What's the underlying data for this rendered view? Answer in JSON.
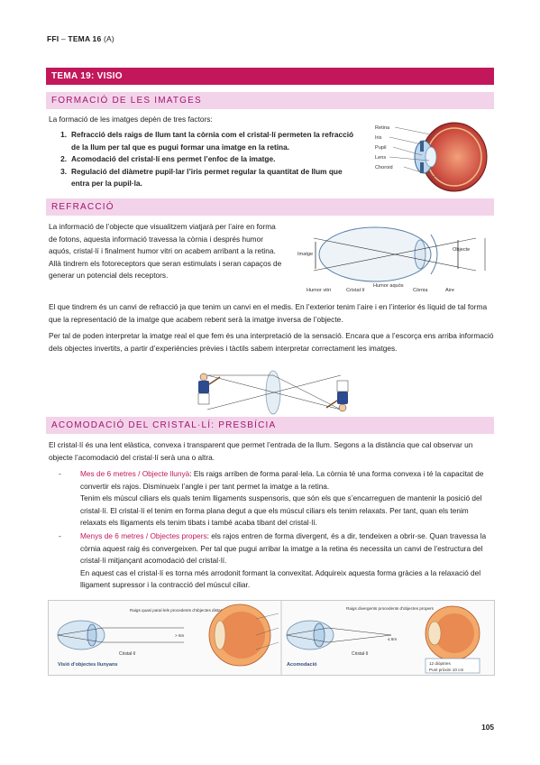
{
  "header": {
    "code": "FFI",
    "sep": " – ",
    "tema": "TEMA 16",
    "suffix": " (A)"
  },
  "title_band": "TEMA 19: VISIO",
  "sec1": {
    "title": "FORMACIÓ DE LES IMATGES",
    "intro": "La formació de les imatges depèn de tres factors:",
    "items": [
      {
        "num": "1.",
        "text": "Refracció dels raigs de llum tant la còrnia com el cristal·lí permeten la refracció de la llum per tal que es pugui formar una imatge en la retina."
      },
      {
        "num": "2.",
        "text": "Acomodació del cristal·lí ens permet l’enfoc de la imatge."
      },
      {
        "num": "3.",
        "text": "Regulació del diàmetre pupil·lar l’iris permet regular la quantitat de llum que entra per la pupil·la."
      }
    ],
    "eye_labels": [
      "Retina",
      "Iris",
      "Pupil",
      "Lens",
      "Choroid"
    ]
  },
  "sec2": {
    "title": "REFRACCIÓ",
    "para1": "La informació de l’objecte que visualitzem viatjarà per l’aire en forma de fotons, aquesta informació travessa la còrnia i després humor aquós, cristal·lí i finalment humor vitri on acabem arribant a la retina. Allà tindrem els fotoreceptors que seran estimulats i seran capaços de generar un potencial dels receptors.",
    "para2": "El que tindrem és un canvi de refracció ja que tenim un canvi en el medis. En l’exterior tenim l’aire i en l’interior és líquid de tal forma que la representació de la imatge que acabem rebent serà la imatge inversa de l’objecte.",
    "para3": "Per tal de poden interpretar la imatge real el que fem és una interpretació de la sensació. Encara que a l’escorça ens arriba informació dels objectes invertits, a partir d’experiències prèvies i tàctils sabem interpretar correctament les imatges.",
    "diagram_labels": {
      "imatge": "Imatge",
      "objecte": "Objecte",
      "humor_vitri": "Humor vitri",
      "cristall": "Cristal·lí",
      "humor_aquos": "Humor aquós",
      "cornia": "Còrnia",
      "aire": "Aire"
    }
  },
  "sec3": {
    "title": "ACOMODACIÓ DEL CRISTAL·LÍ: PRESBÍCIA",
    "intro": "El cristal·lí és una lent elàstica, convexa i transparent que permet l’entrada de la llum. Segons a la distància que cal observar un objecte l’acomodació del cristal·lí serà una o altra.",
    "b1_label": "Mes de 6 metres / Objecte llunyà",
    "b1_text": ": Els raigs arriben de forma paral·lela. La còrnia té una forma convexa i té la capacitat de convertir els rajos. Disminueix l’angle i per tant permet la imatge a la retina.",
    "b1_p2": "Tenim els múscul ciliars els quals tenim lligaments suspensoris, que són els que s’encarreguen de mantenir la posició del cristal·lí. El cristal·lí el tenim en forma plana degut a que els múscul ciliars els tenim relaxats. Per tant, quan els tenim relaxats els lligaments els tenim tibats i també acaba tibant del cristal·lí.",
    "b2_label": "Menys de 6 metres / Objectes propers",
    "b2_text": ": els rajos entren de forma divergent, és a dir, tendeixen a obrir-se. Quan travessa la còrnia aquest raig és convergeixen. Per tal que pugui arribar la imatge a la retina és necessita un canvi de l’estructura del cristal·lí mitjançant acomodació del cristal·lí.",
    "b2_p2": "En aquest cas el cristal·lí es torna més arrodonit formant la convexitat. Adquireix aquesta forma gràcies a la relaxació del lligament supressor i la contracció del múscul ciliar.",
    "fig_left": {
      "top": "Raigs quasi paral·lels procedents d'objectes distants",
      "lens": "Cristal·lí",
      "dist": "> 6m",
      "caption": "Visió d'objectes llunyans"
    },
    "fig_right": {
      "top": "Raigs divergents procedents d'objectes propers",
      "lens": "Cristal·lí",
      "dist": "≤ 6m",
      "caption": "Acomodació",
      "box1": "12 diòptries",
      "box2": "Punt pròxim 10 cm"
    }
  },
  "footer": {
    "page": "105"
  },
  "colors": {
    "title_band": "#c2185b",
    "section_band": "#f3d3ea",
    "section_text": "#a0176b",
    "accent": "#c2185b"
  }
}
